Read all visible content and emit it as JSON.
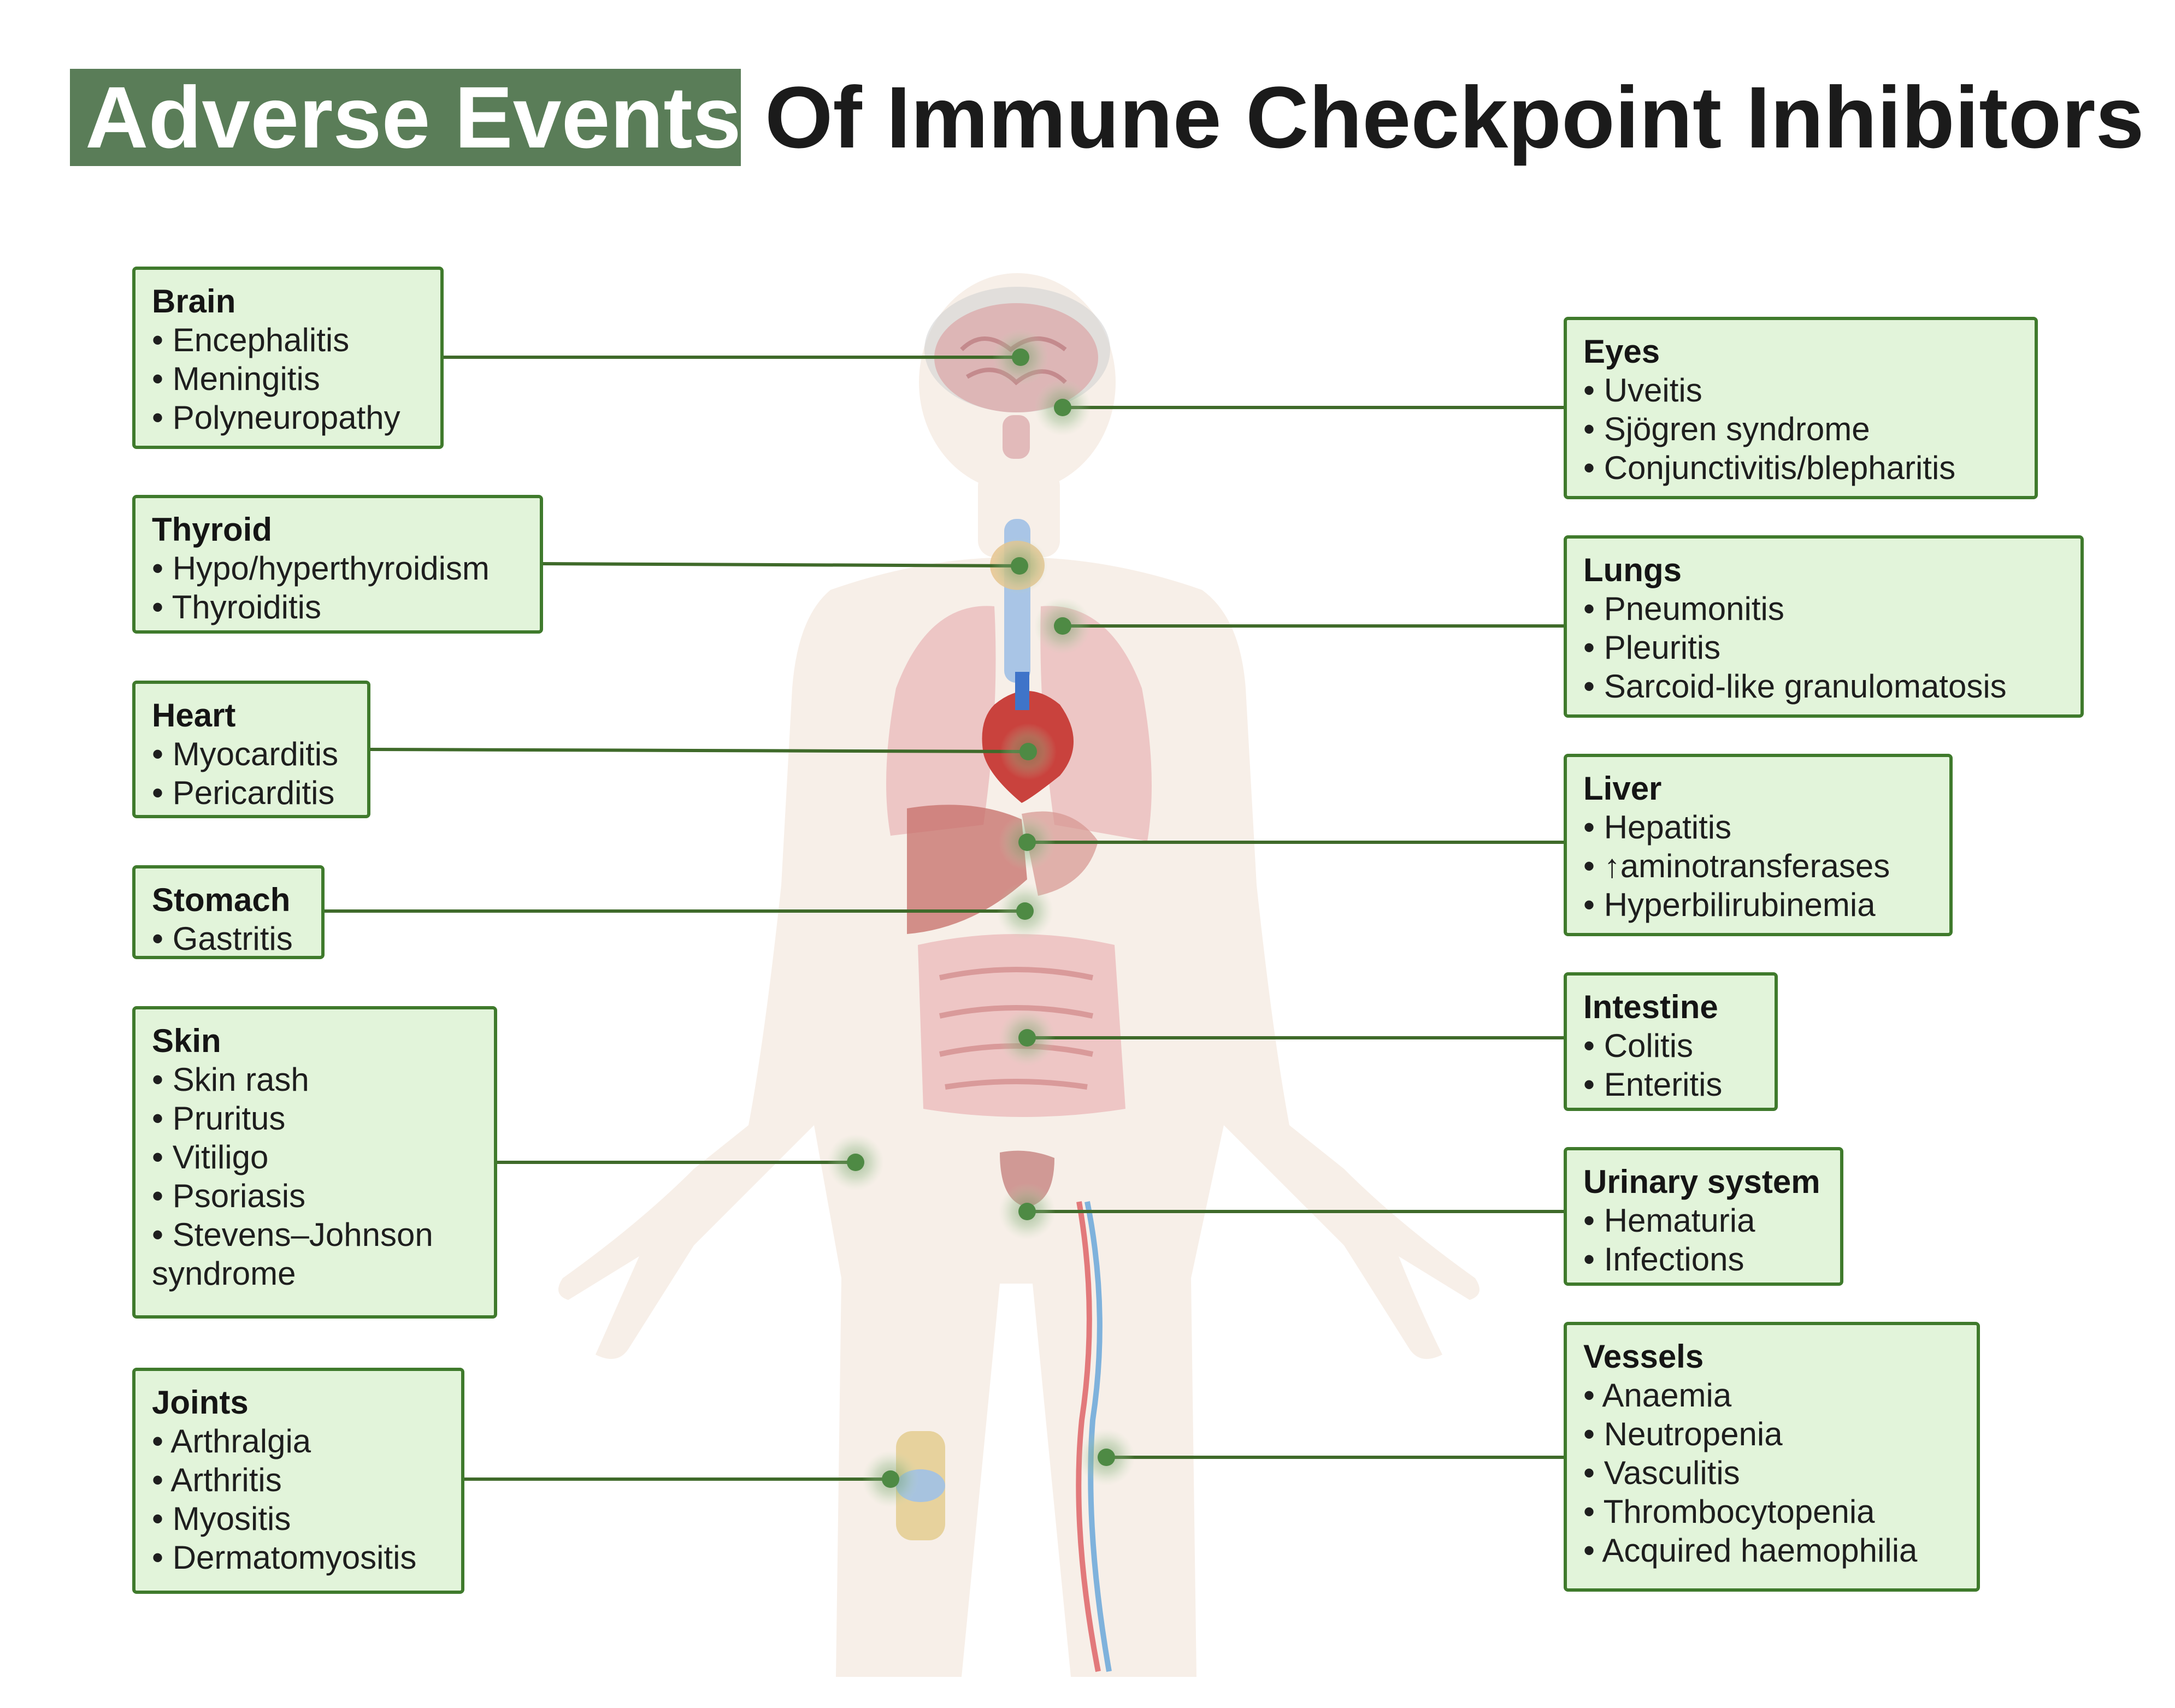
{
  "title": {
    "highlight": "Adverse Events",
    "rest": "Of Immune Checkpoint Inhibitors"
  },
  "colors": {
    "title_band": "#5a7d58",
    "box_fill": "#e2f4da",
    "box_border": "#3f7a2c",
    "leader_line": "#3f6a2a",
    "marker": "#5a8c50",
    "body_silhouette": "#f7efe8"
  },
  "boxes": {
    "brain": {
      "title": "Brain",
      "items": [
        "Encephalitis",
        "Meningitis",
        "Polyneuropathy"
      ]
    },
    "thyroid": {
      "title": "Thyroid",
      "items": [
        "Hypo/hyperthyroidism",
        "Thyroiditis"
      ]
    },
    "heart": {
      "title": "Heart",
      "items": [
        "Myocarditis",
        "Pericarditis"
      ]
    },
    "stomach": {
      "title": "Stomach",
      "items": [
        "Gastritis"
      ]
    },
    "skin": {
      "title": "Skin",
      "items": [
        "Skin rash",
        "Pruritus",
        "Vitiligo",
        "Psoriasis",
        "Stevens–Johnson syndrome"
      ]
    },
    "joints": {
      "title": "Joints",
      "items": [
        "Arthralgia",
        "Arthritis",
        "Myositis",
        "Dermatomyositis"
      ]
    },
    "eyes": {
      "title": "Eyes",
      "items": [
        "Uveitis",
        "Sjögren syndrome",
        "Conjunctivitis/blepharitis"
      ]
    },
    "lungs": {
      "title": "Lungs",
      "items": [
        "Pneumonitis",
        "Pleuritis",
        "Sarcoid-like granulomatosis"
      ]
    },
    "liver": {
      "title": "Liver",
      "items": [
        "Hepatitis",
        "↑aminotransferases",
        "Hyperbilirubinemia"
      ]
    },
    "intestine": {
      "title": "Intestine",
      "items": [
        "Colitis",
        "Enteritis"
      ]
    },
    "urinary": {
      "title": "Urinary system",
      "items": [
        "Hematuria",
        "Infections"
      ]
    },
    "vessels": {
      "title": "Vessels",
      "items": [
        "Anaemia",
        "Neutropenia",
        "Vasculitis",
        "Thrombocytopenia",
        "Acquired haemophilia"
      ]
    }
  }
}
